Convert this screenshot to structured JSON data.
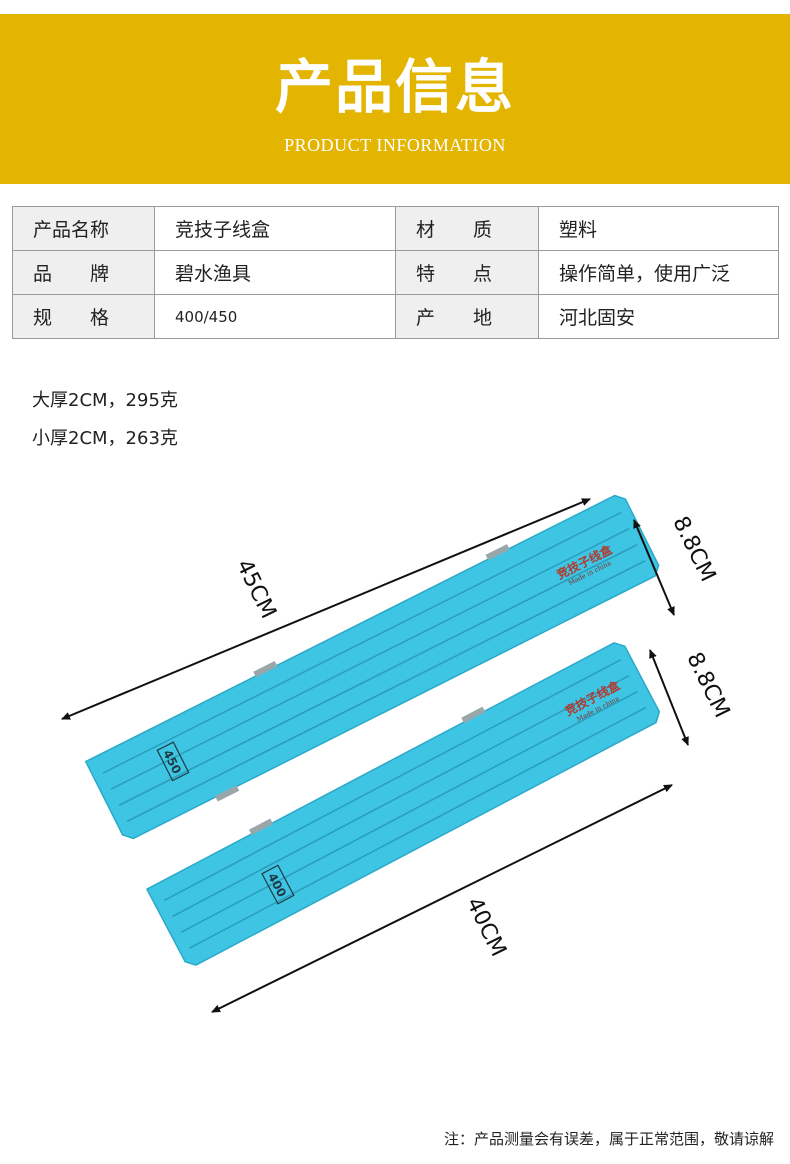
{
  "header": {
    "title": "产品信息",
    "subtitle": "PRODUCT INFORMATION",
    "background": "#e3b400"
  },
  "specs": {
    "rows": [
      {
        "label1": "产品名称",
        "value1": "竞技子线盒",
        "label2": "材　　质",
        "value2": "塑料"
      },
      {
        "label1": "品　　牌",
        "value1": "碧水渔具",
        "label2": "特　　点",
        "value2": "操作简单，使用广泛"
      },
      {
        "label1": "规　　格",
        "value1": "400/450",
        "label2": "产　　地",
        "value2": "河北固安"
      }
    ]
  },
  "weights": {
    "large": "大厚2CM，295克",
    "small": "小厚2CM，263克"
  },
  "figure": {
    "box_color": "#3fc5e4",
    "large": {
      "length_label": "45CM",
      "width_label": "8.8CM",
      "tag": "450",
      "brand": "竞技子线盒",
      "made_in": "Made in china"
    },
    "small": {
      "length_label": "40CM",
      "width_label": "8.8CM",
      "tag": "400",
      "brand": "竞技子线盒",
      "made_in": "Made in china"
    }
  },
  "footer": {
    "note": "注：产品测量会有误差，属于正常范围，敬请谅解"
  }
}
